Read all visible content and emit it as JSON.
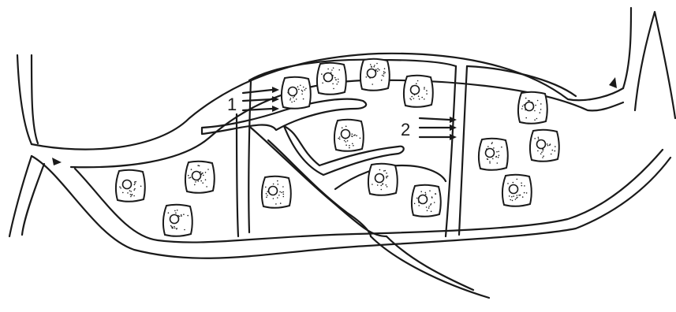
{
  "labels": [
    {
      "id": "label-1",
      "text": "1"
    },
    {
      "id": "label-2",
      "text": "2"
    }
  ],
  "colors": {
    "line": "#1a1a1a",
    "background": "#ffffff"
  }
}
